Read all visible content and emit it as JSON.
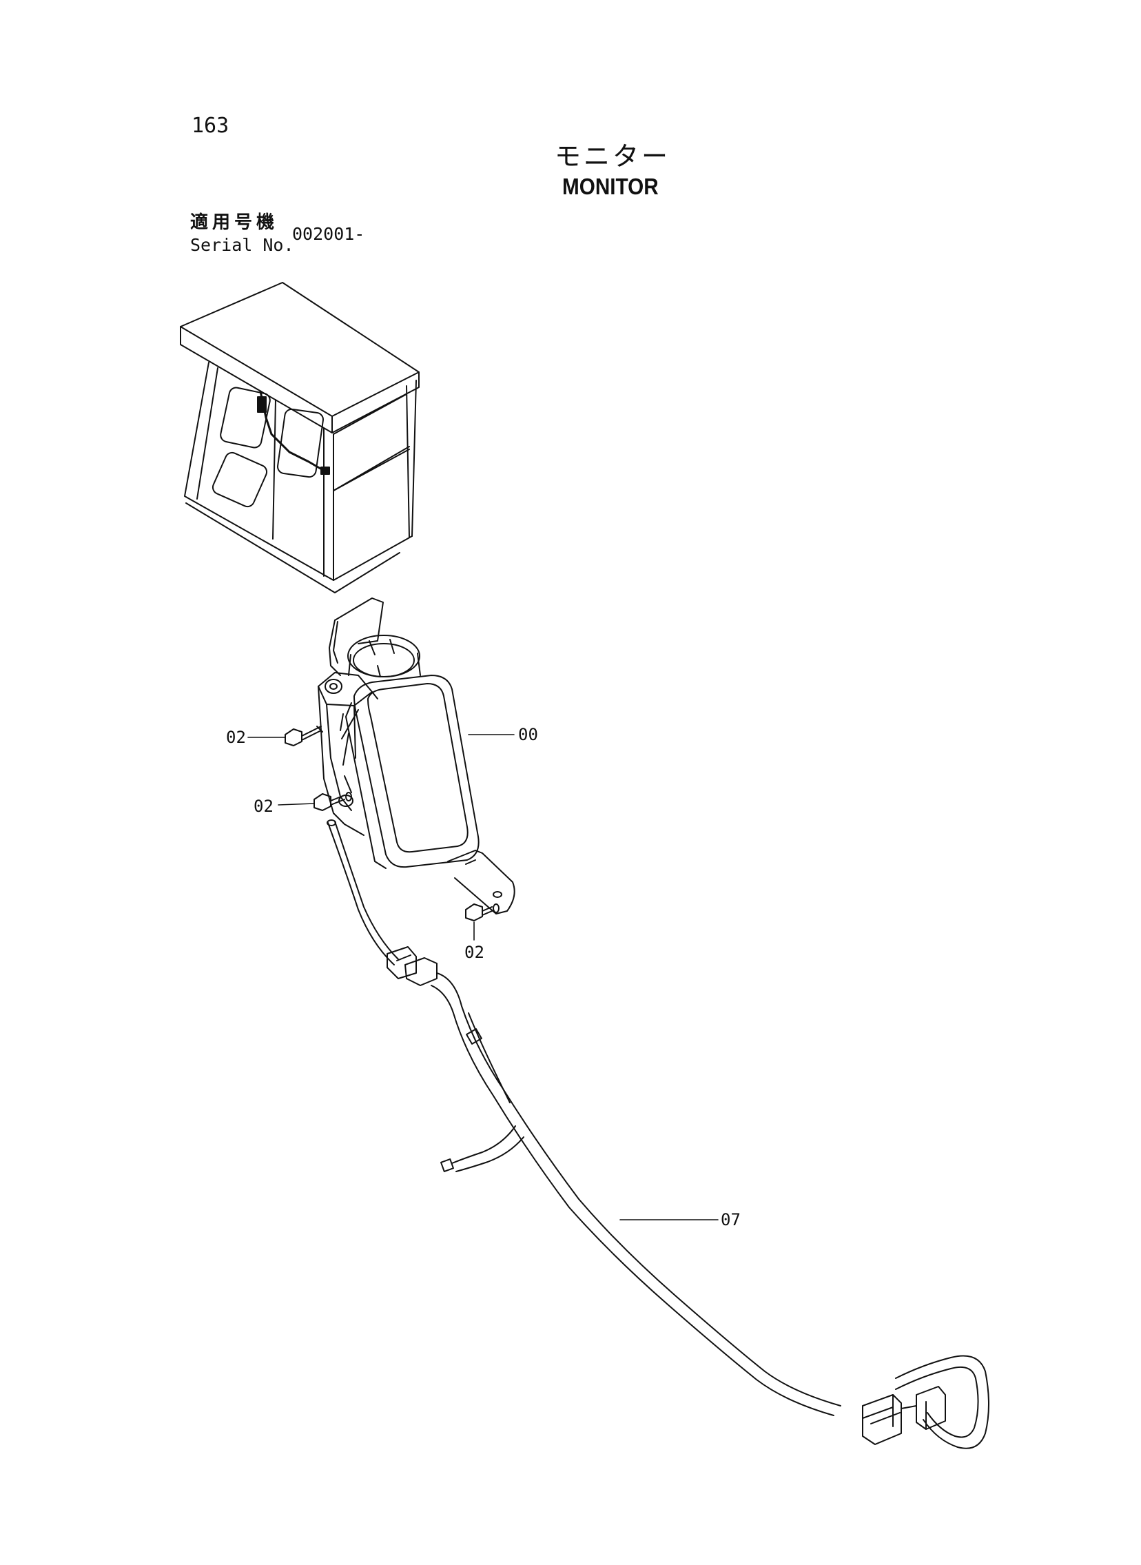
{
  "header": {
    "page_number": "163",
    "title_ja": "モニター",
    "title_en": "MONITOR",
    "serial_label_ja": "適用号機",
    "serial_label_en": "Serial No.",
    "serial_value": "002001-"
  },
  "callouts": {
    "bolt_upper": "02",
    "bolt_middle": "02",
    "bolt_lower": "02",
    "monitor": "00",
    "harness": "07"
  }
}
